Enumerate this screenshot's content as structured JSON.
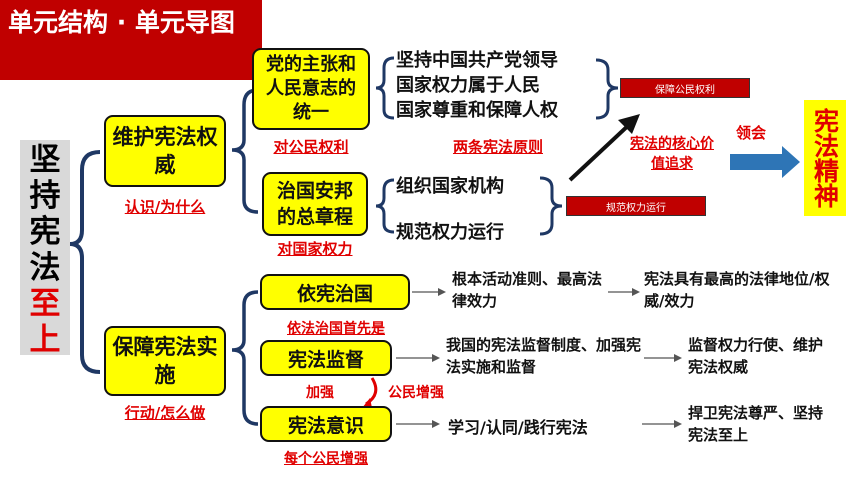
{
  "banner": "单元结构 · 单元导图",
  "root": {
    "chars": [
      "坚",
      "持",
      "宪",
      "法"
    ],
    "red_chars": [
      "至",
      "上"
    ]
  },
  "branch1": {
    "label": "维护宪法权威",
    "sub": "认识/为什么"
  },
  "branch2": {
    "label": "保障宪法实施",
    "sub": "行动/怎么做"
  },
  "node_party": {
    "label": "党的主张和人民意志的统一",
    "sub": "对公民权利"
  },
  "node_govern": {
    "label": "治国安邦的总章程",
    "sub": "对国家权力"
  },
  "principles": {
    "items": [
      "坚持中国共产党领导",
      "国家权力属于人民",
      "国家尊重和保障人权"
    ],
    "caption": "两条宪法原则"
  },
  "power_items": [
    "组织国家机构",
    "规范权力运行"
  ],
  "pill_rights": "保障公民权利",
  "pill_power": "规范权力运行",
  "core_value": "宪法的核心价值追求",
  "lingui": "领会",
  "spirit": "宪法精神",
  "rule_by_const": {
    "label": "依宪治国",
    "sub": "依法治国首先是",
    "desc": "根本活动准则、最高法律效力",
    "result": "宪法具有最高的法律地位/权威/效力"
  },
  "supervision": {
    "label": "宪法监督",
    "desc": "我国的宪法监督制度、加强宪法实施和监督",
    "result": "监督权力行使、维护宪法权威"
  },
  "awareness": {
    "label": "宪法意识",
    "sub": "每个公民增强",
    "desc": "学习/认同/践行宪法",
    "result": "捍卫宪法尊严、坚持宪法至上"
  },
  "strengthen": "加强",
  "citizen_strengthen": "公民增强"
}
